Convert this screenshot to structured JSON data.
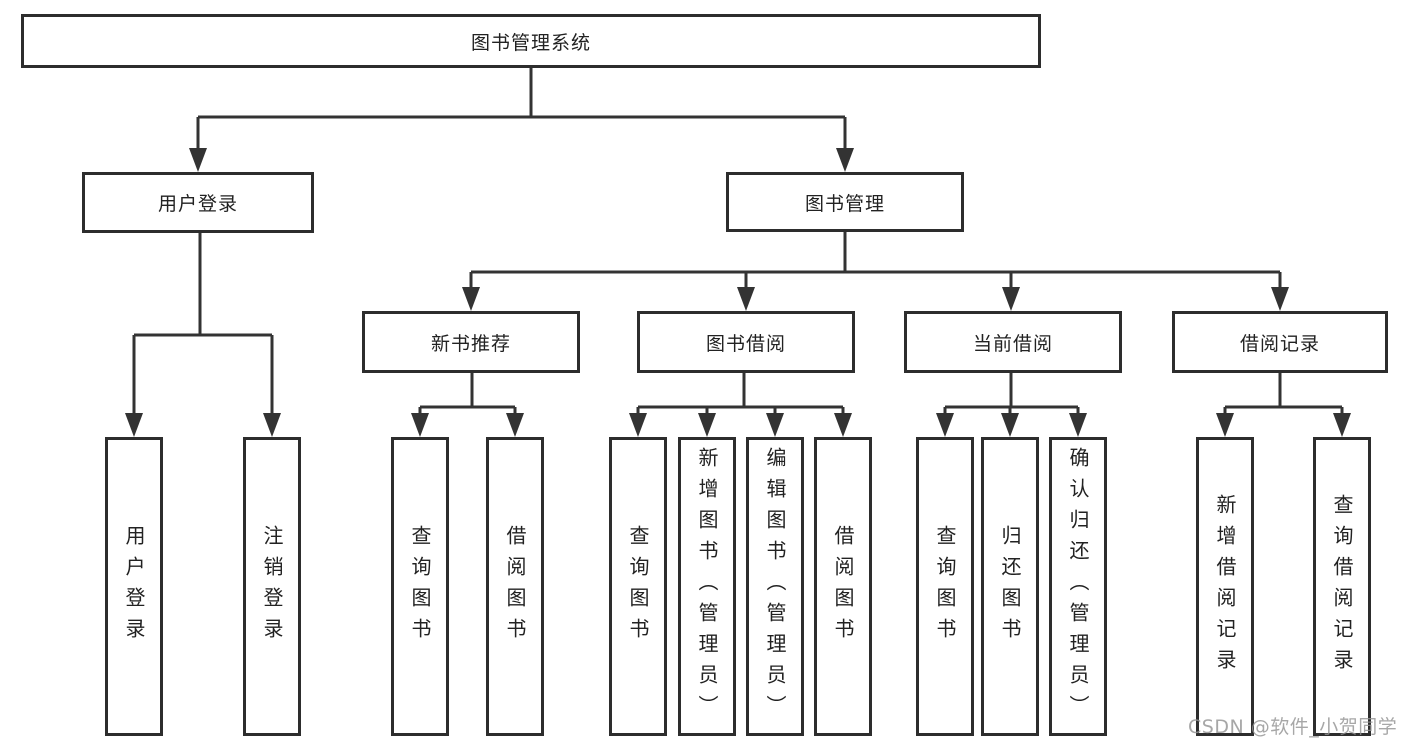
{
  "diagram": {
    "root": {
      "label": "图书管理系统"
    },
    "level2": [
      {
        "label": "用户登录"
      },
      {
        "label": "图书管理"
      }
    ],
    "level3": [
      {
        "label": "新书推荐",
        "parent": "图书管理"
      },
      {
        "label": "图书借阅",
        "parent": "图书管理"
      },
      {
        "label": "当前借阅",
        "parent": "图书管理"
      },
      {
        "label": "借阅记录",
        "parent": "图书管理"
      }
    ],
    "leaves": [
      {
        "label": "用户登录",
        "parent": "用户登录"
      },
      {
        "label": "注销登录",
        "parent": "用户登录"
      },
      {
        "label": "查询图书",
        "parent": "新书推荐"
      },
      {
        "label": "借阅图书",
        "parent": "新书推荐"
      },
      {
        "label": "查询图书",
        "parent": "图书借阅"
      },
      {
        "label": "新增图书（管理员）",
        "parent": "图书借阅"
      },
      {
        "label": "编辑图书（管理员）",
        "parent": "图书借阅"
      },
      {
        "label": "借阅图书",
        "parent": "图书借阅"
      },
      {
        "label": "查询图书",
        "parent": "当前借阅"
      },
      {
        "label": "归还图书",
        "parent": "当前借阅"
      },
      {
        "label": "确认归还（管理员）",
        "parent": "当前借阅"
      },
      {
        "label": "新增借阅记录",
        "parent": "借阅记录"
      },
      {
        "label": "查询借阅记录",
        "parent": "借阅记录"
      }
    ]
  },
  "watermark": {
    "text": "CSDN @软件_小贺同学"
  },
  "colors": {
    "line": "#333333",
    "box_border": "#2d2d2d",
    "text": "#222222",
    "watermark": "#a8a8a8",
    "background": "#ffffff"
  }
}
